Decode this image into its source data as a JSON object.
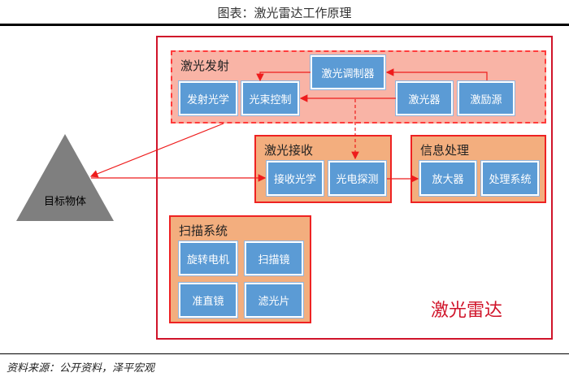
{
  "title": "图表：激光雷达工作原理",
  "emission": {
    "label": "激光发射",
    "modulator": "激光调制器",
    "optics": "发射光学",
    "beam": "光束控制",
    "laser": "激光器",
    "pump": "激励源"
  },
  "receive": {
    "label": "激光接收",
    "optics": "接收光学",
    "detector": "光电探测"
  },
  "info": {
    "label": "信息处理",
    "amp": "放大器",
    "system": "处理系统"
  },
  "scan": {
    "label": "扫描系统",
    "motor": "旋转电机",
    "mirror": "扫描镜",
    "collimator": "准直镜",
    "filter": "滤光片"
  },
  "target": "目标物体",
  "system_name": "激光雷达",
  "source": "资料来源：公开资料，泽平宏观",
  "colors": {
    "red": "#d0142a",
    "blue": "#5b9bd5",
    "orange": "#f3ae7e",
    "pink": "#f9b4a6"
  }
}
